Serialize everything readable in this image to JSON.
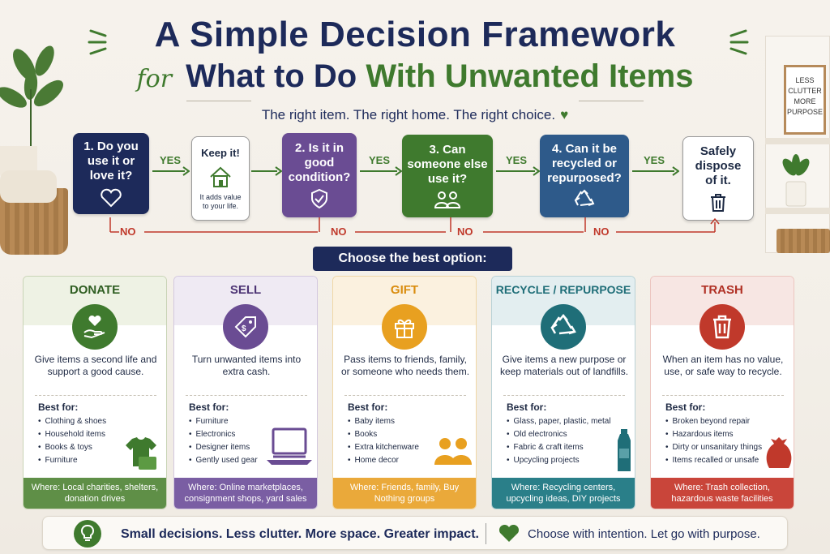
{
  "header": {
    "title_line1": "A Simple Decision Framework",
    "title_for": "for",
    "title_part1": "What to Do",
    "title_part2": "With Unwanted Items",
    "subtitle": "The right item. The right home. The right choice."
  },
  "flow": {
    "q1": "1. Do you use it or love it?",
    "keep_title": "Keep it!",
    "keep_sub": "It adds value to your life.",
    "q2": "2. Is it in good condition?",
    "q3": "3. Can someone else use it?",
    "q4": "4. Can it be recycled or repurposed?",
    "dispose": "Safely dispose of it.",
    "yes": "YES",
    "no": "NO"
  },
  "choose_label": "Choose the best option:",
  "best_for_label": "Best for:",
  "cards": [
    {
      "title": "DONATE",
      "desc": "Give items a second life and support a good cause.",
      "items": [
        "Clothing & shoes",
        "Household items",
        "Books & toys",
        "Furniture"
      ],
      "where": "Where: Local charities, shelters, donation drives",
      "color": "#3f7a2e",
      "tint": "#eef2e4",
      "icon": "hand-heart-icon"
    },
    {
      "title": "SELL",
      "desc": "Turn unwanted items into extra cash.",
      "items": [
        "Furniture",
        "Electronics",
        "Designer items",
        "Gently used gear"
      ],
      "where": "Where: Online marketplaces, consignment shops, yard sales",
      "color": "#6a4c93",
      "tint": "#efeaf3",
      "icon": "price-tag-icon"
    },
    {
      "title": "GIFT",
      "desc": "Pass items to friends, family, or someone who needs them.",
      "items": [
        "Baby items",
        "Books",
        "Extra kitchenware",
        "Home decor"
      ],
      "where": "Where: Friends, family, Buy Nothing groups",
      "color": "#e8a020",
      "tint": "#fbf1df",
      "icon": "gift-icon"
    },
    {
      "title": "RECYCLE / REPURPOSE",
      "desc": "Give items a new purpose or keep materials out of landfills.",
      "items": [
        "Glass, paper, plastic, metal",
        "Old electronics",
        "Fabric & craft items",
        "Upcycling projects"
      ],
      "where": "Where: Recycling centers, upcycling ideas, DIY projects",
      "color": "#1f6e78",
      "tint": "#e3eef0",
      "icon": "recycle-icon"
    },
    {
      "title": "TRASH",
      "desc": "When an item has no value, use, or safe way to recycle.",
      "items": [
        "Broken beyond repair",
        "Hazardous items",
        "Dirty or unsanitary things",
        "Items recalled or unsafe"
      ],
      "where": "Where: Trash collection, hazardous waste facilities",
      "color": "#c0392b",
      "tint": "#f7e6e3",
      "icon": "trash-can-icon"
    }
  ],
  "footer": {
    "left": "Small decisions. Less clutter. More space. Greater impact.",
    "right": "Choose with intention. Let go with purpose."
  },
  "sign_text": "LESS CLUTTER MORE PURPOSE",
  "colors": {
    "navy": "#1d2a5a",
    "purple": "#6a4c93",
    "green": "#3f7a2e",
    "blue": "#2e5a8a",
    "red": "#c0392b"
  }
}
